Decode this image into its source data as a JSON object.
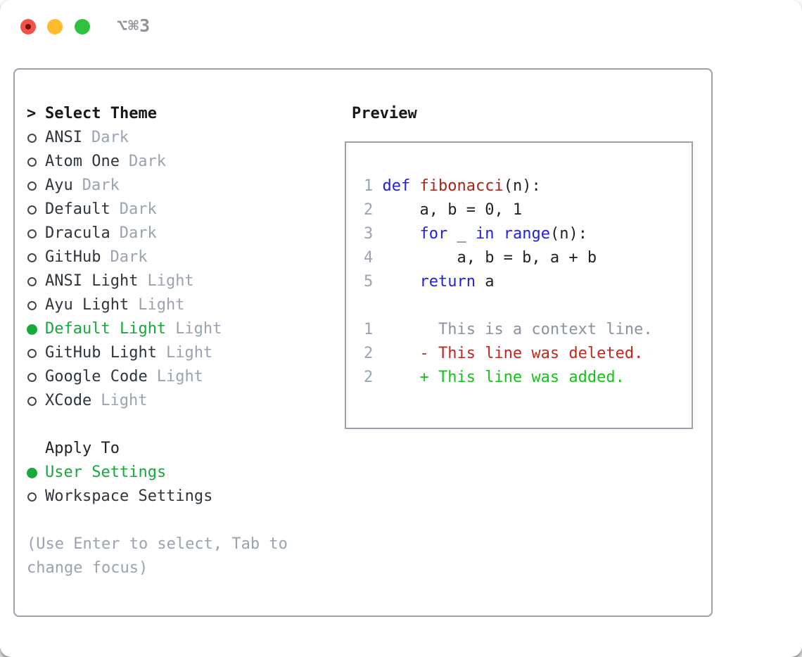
{
  "window": {
    "shortcut_label": "⌥⌘3",
    "traffic_lights": [
      "close",
      "minimize",
      "zoom"
    ]
  },
  "theme_selector": {
    "prompt": ">",
    "title": "Select Theme",
    "items": [
      {
        "name": "ANSI",
        "variant": "Dark",
        "selected": false
      },
      {
        "name": "Atom One",
        "variant": "Dark",
        "selected": false
      },
      {
        "name": "Ayu",
        "variant": "Dark",
        "selected": false
      },
      {
        "name": "Default",
        "variant": "Dark",
        "selected": false
      },
      {
        "name": "Dracula",
        "variant": "Dark",
        "selected": false
      },
      {
        "name": "GitHub",
        "variant": "Dark",
        "selected": false
      },
      {
        "name": "ANSI Light",
        "variant": "Light",
        "selected": false
      },
      {
        "name": "Ayu Light",
        "variant": "Light",
        "selected": false
      },
      {
        "name": "Default Light",
        "variant": "Light",
        "selected": true
      },
      {
        "name": "GitHub Light",
        "variant": "Light",
        "selected": false
      },
      {
        "name": "Google Code",
        "variant": "Light",
        "selected": false
      },
      {
        "name": "XCode",
        "variant": "Light",
        "selected": false
      }
    ]
  },
  "apply_to": {
    "title": "Apply To",
    "options": [
      {
        "label": "User Settings",
        "selected": true
      },
      {
        "label": "Workspace Settings",
        "selected": false
      }
    ]
  },
  "help_text": "(Use Enter to select, Tab to change focus)",
  "preview": {
    "title": "Preview",
    "code_lines": [
      {
        "num": "1",
        "tokens": [
          {
            "t": "def",
            "c": "kw"
          },
          {
            "t": " ",
            "c": "pl"
          },
          {
            "t": "fibonacci",
            "c": "fn"
          },
          {
            "t": "(n):",
            "c": "pl"
          }
        ]
      },
      {
        "num": "2",
        "tokens": [
          {
            "t": "    a, b = 0, 1",
            "c": "pl"
          }
        ]
      },
      {
        "num": "3",
        "tokens": [
          {
            "t": "    ",
            "c": "pl"
          },
          {
            "t": "for",
            "c": "kw"
          },
          {
            "t": " _ ",
            "c": "pl"
          },
          {
            "t": "in",
            "c": "kw"
          },
          {
            "t": " ",
            "c": "pl"
          },
          {
            "t": "range",
            "c": "kw"
          },
          {
            "t": "(n):",
            "c": "pl"
          }
        ]
      },
      {
        "num": "4",
        "tokens": [
          {
            "t": "        a, b = b, a + b",
            "c": "pl"
          }
        ]
      },
      {
        "num": "5",
        "tokens": [
          {
            "t": "    ",
            "c": "pl"
          },
          {
            "t": "return",
            "c": "kw"
          },
          {
            "t": " a",
            "c": "pl"
          }
        ]
      }
    ],
    "diff_lines": [
      {
        "num": "1",
        "tokens": [
          {
            "t": "      This is a context line.",
            "c": "ctx"
          }
        ]
      },
      {
        "num": "2",
        "tokens": [
          {
            "t": "    - This line was deleted.",
            "c": "del"
          }
        ]
      },
      {
        "num": "2",
        "tokens": [
          {
            "t": "    + This line was added.",
            "c": "add"
          }
        ]
      }
    ]
  },
  "colors": {
    "accent_green": "#17a93b",
    "added_green": "#15c317",
    "deleted_red": "#c3271b",
    "keyword_blue": "#2121dd",
    "function_red": "#a82418",
    "muted_gray": "#99a3b1",
    "panel_border": "#9aa2ad",
    "traffic_red": "#f0524a",
    "traffic_yellow": "#fdbb2d",
    "traffic_green": "#2ec23e"
  }
}
